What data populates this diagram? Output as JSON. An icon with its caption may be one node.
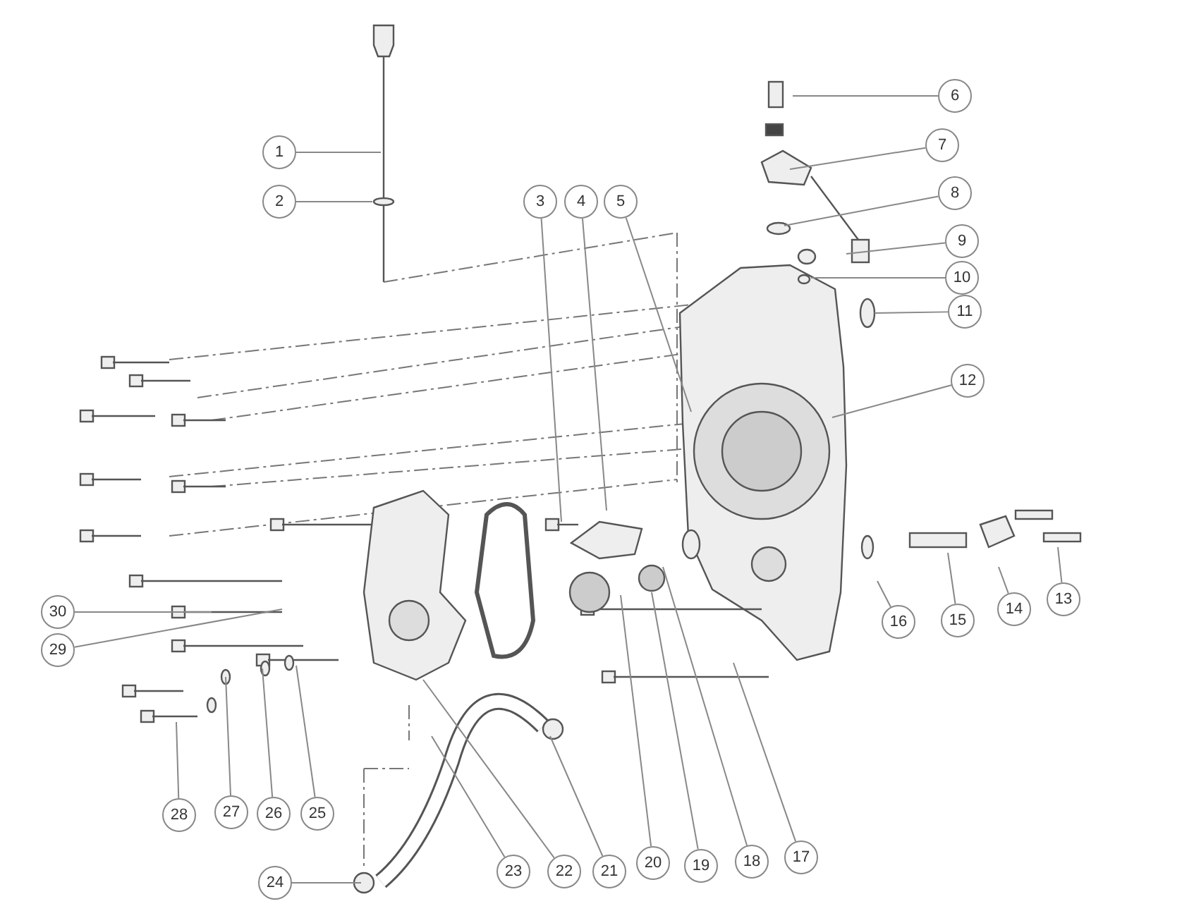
{
  "diagram": {
    "nodes": [
      {
        "text": [
          "1"
        ]
      },
      {
        "text": [
          "2"
        ]
      },
      {
        "text": [
          "3"
        ]
      },
      {
        "text": [
          "4"
        ]
      },
      {
        "text": [
          "5"
        ]
      },
      {
        "text": [
          "6"
        ]
      },
      {
        "text": [
          "7"
        ]
      },
      {
        "text": [
          "8"
        ]
      },
      {
        "text": [
          "9"
        ]
      },
      {
        "text": [
          "10"
        ]
      },
      {
        "text": [
          "11"
        ]
      },
      {
        "text": [
          "12"
        ]
      },
      {
        "text": [
          "13"
        ]
      },
      {
        "text": [
          "14"
        ]
      },
      {
        "text": [
          "15"
        ]
      },
      {
        "text": [
          "16"
        ]
      },
      {
        "text": [
          "17"
        ]
      },
      {
        "text": [
          "18"
        ]
      },
      {
        "text": [
          "19"
        ]
      },
      {
        "text": [
          "20"
        ]
      },
      {
        "text": [
          "21"
        ]
      },
      {
        "text": [
          "22"
        ]
      },
      {
        "text": [
          "23"
        ]
      },
      {
        "text": [
          "24"
        ]
      },
      {
        "text": [
          "25"
        ]
      },
      {
        "text": [
          "26"
        ]
      },
      {
        "text": [
          "27"
        ]
      },
      {
        "text": [
          "28"
        ]
      },
      {
        "text": [
          "29"
        ]
      },
      {
        "text": [
          "30"
        ]
      }
    ],
    "edges": [
      {
        "from": 0,
        "to": null,
        "arrow": "none"
      },
      {
        "from": 1,
        "to": null,
        "arrow": "none"
      },
      {
        "from": 2,
        "to": null,
        "arrow": "none"
      },
      {
        "from": 3,
        "to": null,
        "arrow": "none"
      },
      {
        "from": 4,
        "to": null,
        "arrow": "none"
      },
      {
        "from": 5,
        "to": null,
        "arrow": "none"
      },
      {
        "from": 6,
        "to": null,
        "arrow": "none"
      },
      {
        "from": 7,
        "to": null,
        "arrow": "none"
      },
      {
        "from": 8,
        "to": null,
        "arrow": "none"
      },
      {
        "from": 9,
        "to": null,
        "arrow": "none"
      },
      {
        "from": 10,
        "to": null,
        "arrow": "none"
      },
      {
        "from": 11,
        "to": null,
        "arrow": "none"
      },
      {
        "from": 12,
        "to": null,
        "arrow": "none"
      },
      {
        "from": 13,
        "to": null,
        "arrow": "none"
      },
      {
        "from": 14,
        "to": null,
        "arrow": "none"
      },
      {
        "from": 15,
        "to": null,
        "arrow": "none"
      },
      {
        "from": 16,
        "to": null,
        "arrow": "none"
      },
      {
        "from": 17,
        "to": null,
        "arrow": "none"
      },
      {
        "from": 18,
        "to": null,
        "arrow": "none"
      },
      {
        "from": 19,
        "to": null,
        "arrow": "none"
      },
      {
        "from": 20,
        "to": null,
        "arrow": "none"
      },
      {
        "from": 21,
        "to": null,
        "arrow": "none"
      },
      {
        "from": 22,
        "to": null,
        "arrow": "none"
      },
      {
        "from": 23,
        "to": null,
        "arrow": "none"
      },
      {
        "from": 24,
        "to": null,
        "arrow": "none"
      },
      {
        "from": 25,
        "to": null,
        "arrow": "none"
      },
      {
        "from": 26,
        "to": null,
        "arrow": "none"
      },
      {
        "from": 27,
        "to": null,
        "arrow": "none"
      },
      {
        "from": 28,
        "to": null,
        "arrow": "none"
      },
      {
        "from": 29,
        "to": null,
        "arrow": "none"
      }
    ]
  }
}
